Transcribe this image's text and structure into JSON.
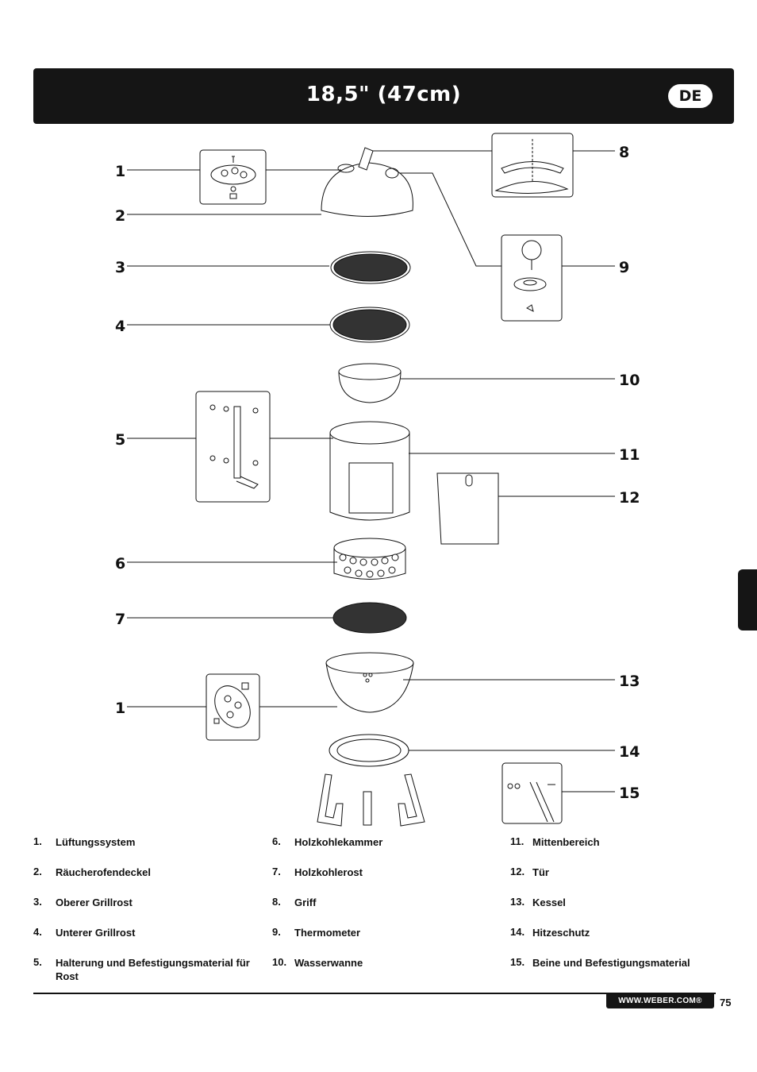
{
  "header": {
    "title": "18,5\" (47cm)",
    "lang": "DE"
  },
  "callouts": [
    "1",
    "2",
    "3",
    "4",
    "5",
    "6",
    "7",
    "1",
    "8",
    "9",
    "10",
    "11",
    "12",
    "13",
    "14",
    "15"
  ],
  "legend": {
    "col1": [
      {
        "num": "1.",
        "text": "Lüftungssystem"
      },
      {
        "num": "2.",
        "text": "Räucherofendeckel"
      },
      {
        "num": "3.",
        "text": "Oberer Grillrost"
      },
      {
        "num": "4.",
        "text": "Unterer Grillrost"
      },
      {
        "num": "5.",
        "text": "Halterung und Befestigungsmaterial für Rost"
      }
    ],
    "col2": [
      {
        "num": "6.",
        "text": "Holzkohlekammer"
      },
      {
        "num": "7.",
        "text": "Holzkohlerost"
      },
      {
        "num": "8.",
        "text": "Griff"
      },
      {
        "num": "9.",
        "text": "Thermometer"
      },
      {
        "num": "10.",
        "text": "Wasserwanne"
      }
    ],
    "col3": [
      {
        "num": "11.",
        "text": "Mittenbereich"
      },
      {
        "num": "12.",
        "text": "Tür"
      },
      {
        "num": "13.",
        "text": "Kessel"
      },
      {
        "num": "14.",
        "text": "Hitzeschutz"
      },
      {
        "num": "15.",
        "text": "Beine und Befestigungsmaterial"
      }
    ]
  },
  "footer": {
    "url": "WWW.WEBER.COM®",
    "page": "75"
  }
}
